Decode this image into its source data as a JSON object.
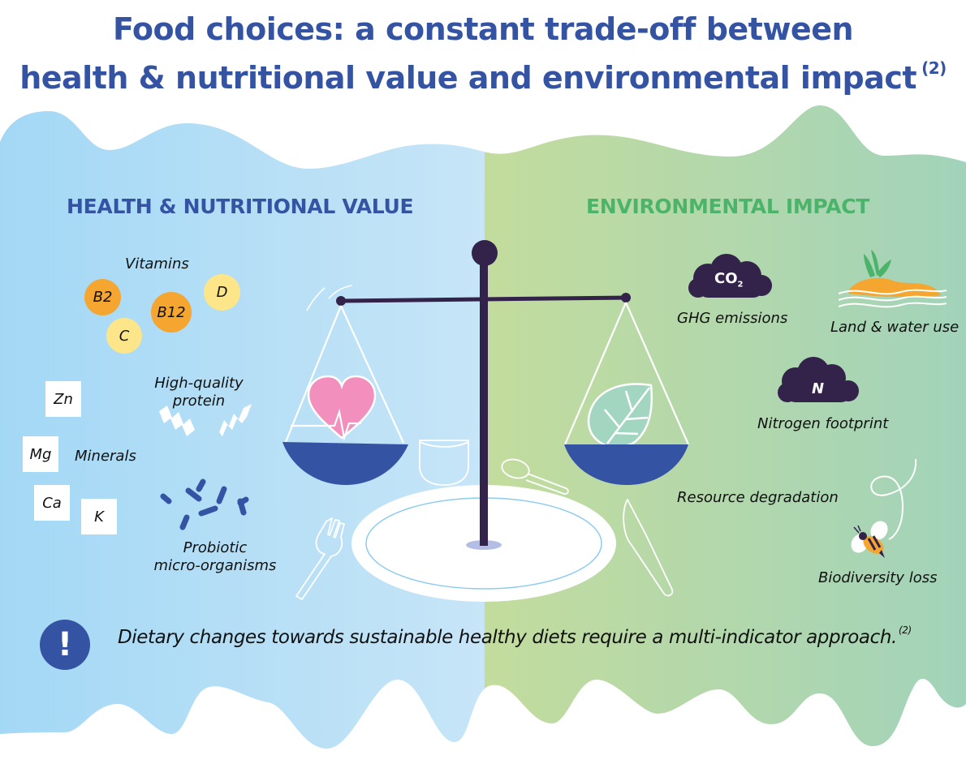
{
  "title": {
    "line1": "Food choices: a constant trade-off between",
    "line2": "health & nutritional value and environmental impact",
    "ref": "(2)"
  },
  "health": {
    "heading": "HEALTH & NUTRITIONAL VALUE",
    "vitamins": {
      "label": "Vitamins",
      "items": [
        {
          "name": "B2",
          "color": "#f4a630"
        },
        {
          "name": "B12",
          "color": "#f4a630"
        },
        {
          "name": "D",
          "color": "#fde68a"
        },
        {
          "name": "C",
          "color": "#fde68a"
        }
      ]
    },
    "minerals": {
      "label": "Minerals",
      "items": [
        "Zn",
        "Mg",
        "Ca",
        "K"
      ]
    },
    "protein": {
      "label_line1": "High-quality",
      "label_line2": "protein"
    },
    "probiotics": {
      "label_line1": "Probiotic",
      "label_line2": "micro-organisms"
    }
  },
  "environment": {
    "heading": "ENVIRONMENTAL IMPACT",
    "items": {
      "ghg": {
        "label": "GHG emissions",
        "icon_text": "CO",
        "icon_sub": "2"
      },
      "land_water": {
        "label": "Land & water use"
      },
      "nitrogen": {
        "label": "Nitrogen footprint",
        "icon_text": "N"
      },
      "resource": {
        "label": "Resource degradation"
      },
      "biodiversity": {
        "label": "Biodiversity loss"
      }
    }
  },
  "footer": {
    "icon": "!",
    "note": "Dietary changes towards sustainable healthy diets require a multi-indicator approach.",
    "ref": "(2)"
  },
  "colors": {
    "title_blue": "#3553a3",
    "env_green": "#4cb46a",
    "scale_dark": "#33224a",
    "pan_blue": "#3553a3",
    "heart_pink": "#f28fbc",
    "leaf_mint": "#a3d6c0",
    "carrot_orange": "#f4a630"
  }
}
